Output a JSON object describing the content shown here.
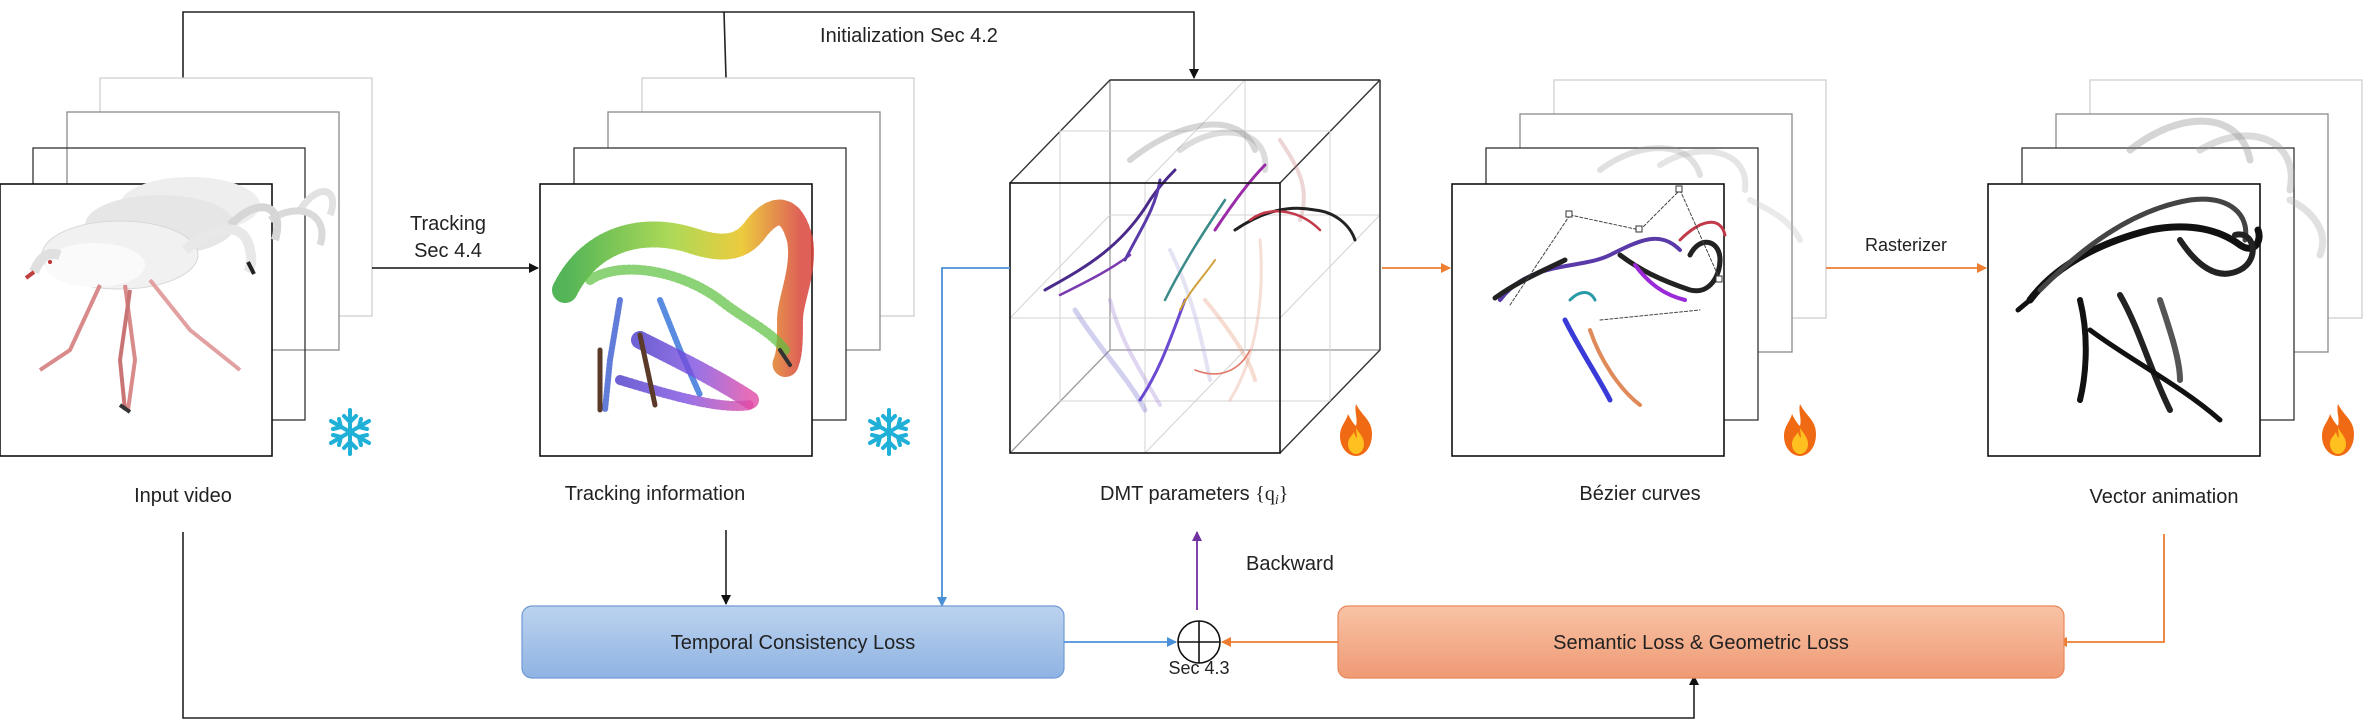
{
  "labels": {
    "initialization": "Initialization Sec 4.2",
    "tracking_line1": "Tracking",
    "tracking_line2": "Sec 4.4",
    "rasterizer": "Rasterizer",
    "backward": "Backward",
    "sec_4_3": "Sec 4.3"
  },
  "stages": {
    "input_video": "Input video",
    "tracking_information": "Tracking information",
    "dmt_parameters_prefix": "DMT parameters ",
    "dmt_parameters_symbol": "{q",
    "dmt_parameters_sub": "i",
    "dmt_parameters_suffix": "}",
    "bezier_curves": "Bézier curves",
    "vector_animation": "Vector animation"
  },
  "losses": {
    "temporal": "Temporal Consistency Loss",
    "semantic_geometric": "Semantic Loss & Geometric Loss"
  },
  "icons": {
    "frozen": "snowflake-icon",
    "trainable": "fire-icon"
  },
  "colors": {
    "blue_arrow": "#4a90d9",
    "orange_arrow": "#ed7d31",
    "purple_arrow": "#7030a0",
    "temporal_box_top": "#bcd3ee",
    "temporal_box_bottom": "#8fb3e3",
    "semantic_box_top": "#f8c3a6",
    "semantic_box_bottom": "#ef9a74",
    "snowflake": "#1fb0d8",
    "fire_outer": "#f06a14",
    "fire_inner": "#ffc020"
  }
}
